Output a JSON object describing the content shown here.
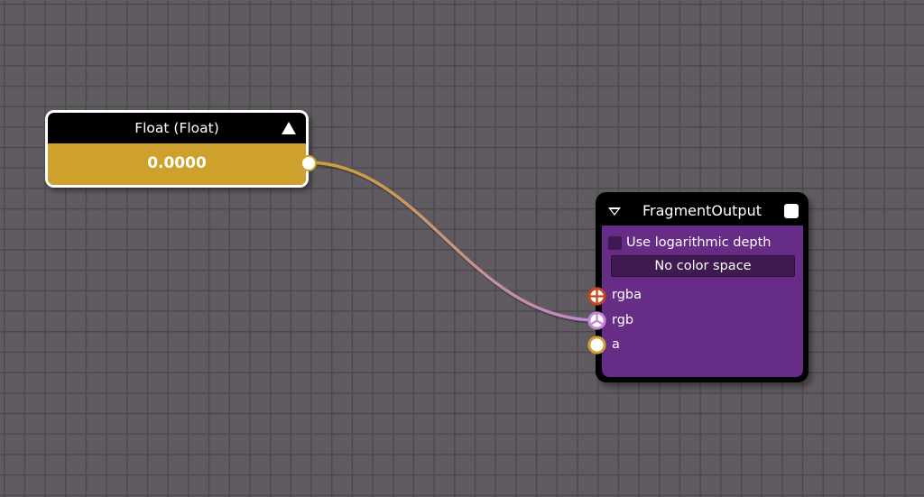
{
  "colors": {
    "canvas_bg": "#5f5b60",
    "grid_line": "#4c494d",
    "float_body": "#cda12b",
    "frag_body": "#672c85",
    "frag_select_bg": "#3e1a50",
    "port_rgba": "#c8441f",
    "port_rgb": "#c386d6",
    "port_a": "#cda12b",
    "wire_start": "#cda12b",
    "wire_end": "#c386d6"
  },
  "float_node": {
    "title": "Float (Float)",
    "value": "0.0000",
    "collapse_icon": "triangle-up-icon",
    "output_port": "float-output"
  },
  "fragment_node": {
    "title": "FragmentOutput",
    "collapse_icon": "triangle-down-icon",
    "preview_icon": "square-icon",
    "checkbox_label": "Use logarithmic depth",
    "checkbox_checked": false,
    "color_space": "No color space",
    "inputs": [
      {
        "label": "rgba",
        "icon": "rgba-port-icon"
      },
      {
        "label": "rgb",
        "icon": "rgb-port-icon",
        "connected": true
      },
      {
        "label": "a",
        "icon": "scalar-port-icon"
      }
    ]
  },
  "connections": [
    {
      "from": "Float (Float).output",
      "to": "FragmentOutput.rgb"
    }
  ]
}
